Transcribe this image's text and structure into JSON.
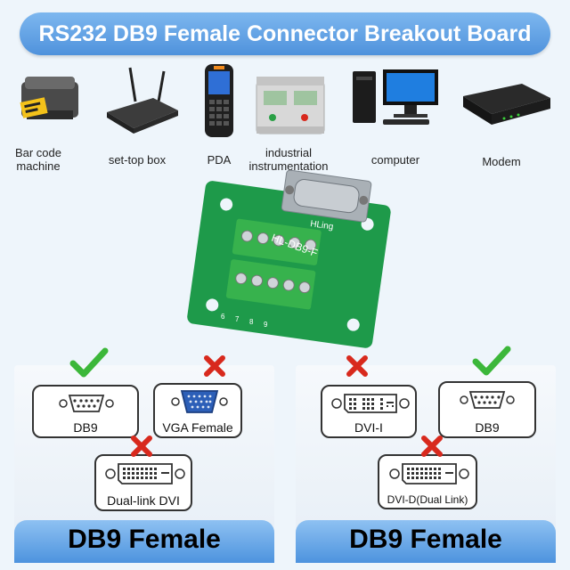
{
  "title": "RS232 DB9 Female Connector Breakout Board",
  "devices": [
    {
      "label": "Bar code\nmachine",
      "icon": "barcode-printer-icon"
    },
    {
      "label": "set-top box",
      "icon": "set-top-box-icon"
    },
    {
      "label": "PDA",
      "icon": "pda-icon"
    },
    {
      "label": "industrial\ninstrumentation",
      "icon": "industrial-meter-icon"
    },
    {
      "label": "computer",
      "icon": "computer-icon"
    },
    {
      "label": "Modem",
      "icon": "modem-icon"
    }
  ],
  "board": {
    "brand": "HLing",
    "model": "HL-DB9-F",
    "pin_labels": [
      "6",
      "7",
      "8",
      "9"
    ]
  },
  "left_panel": {
    "connectors": [
      {
        "label": "DB9",
        "status": "check"
      },
      {
        "label": "VGA Female",
        "status": "cross"
      },
      {
        "label": "Dual-link DVI",
        "status": "cross"
      }
    ],
    "footer": "DB9 Female"
  },
  "right_panel": {
    "connectors": [
      {
        "label": "DVI-I",
        "status": "cross"
      },
      {
        "label": "DB9",
        "status": "check"
      },
      {
        "label": "DVI-D(Dual Link)",
        "status": "cross"
      }
    ],
    "footer": "DB9 Female"
  },
  "colors": {
    "accent_blue": "#4f92dc",
    "check_green": "#3cb73a",
    "cross_red": "#d8291d",
    "pcb_green": "#1e9a4a"
  }
}
